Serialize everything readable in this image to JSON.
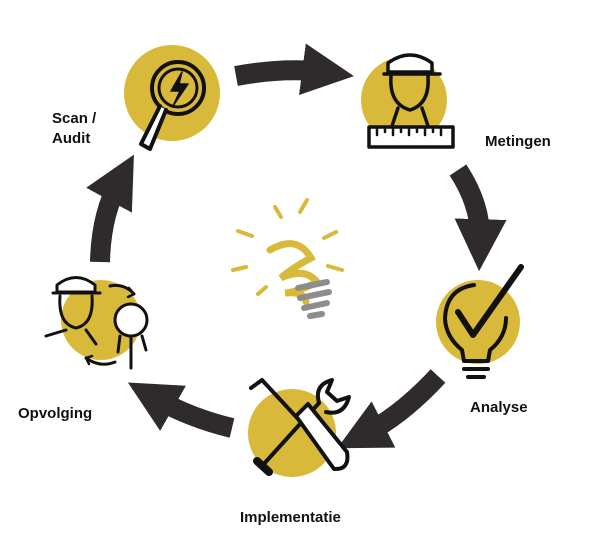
{
  "colors": {
    "accent": "#d8b93a",
    "arrow": "#2f2b2c",
    "ink": "#111111",
    "bulb_glow": "#d8b93a",
    "bulb_base": "#8d8d8d"
  },
  "center": {
    "icon": "lightbulb-icon"
  },
  "steps": [
    {
      "label_lines": [
        "Scan /",
        "Audit"
      ],
      "icon": "magnifier-lightning-icon"
    },
    {
      "label_lines": [
        "Metingen"
      ],
      "icon": "worker-ruler-icon"
    },
    {
      "label_lines": [
        "Analyse"
      ],
      "icon": "lightbulb-check-icon"
    },
    {
      "label_lines": [
        "Implementatie"
      ],
      "icon": "wrench-screwdriver-icon"
    },
    {
      "label_lines": [
        "Opvolging"
      ],
      "icon": "workers-cycle-icon"
    }
  ]
}
